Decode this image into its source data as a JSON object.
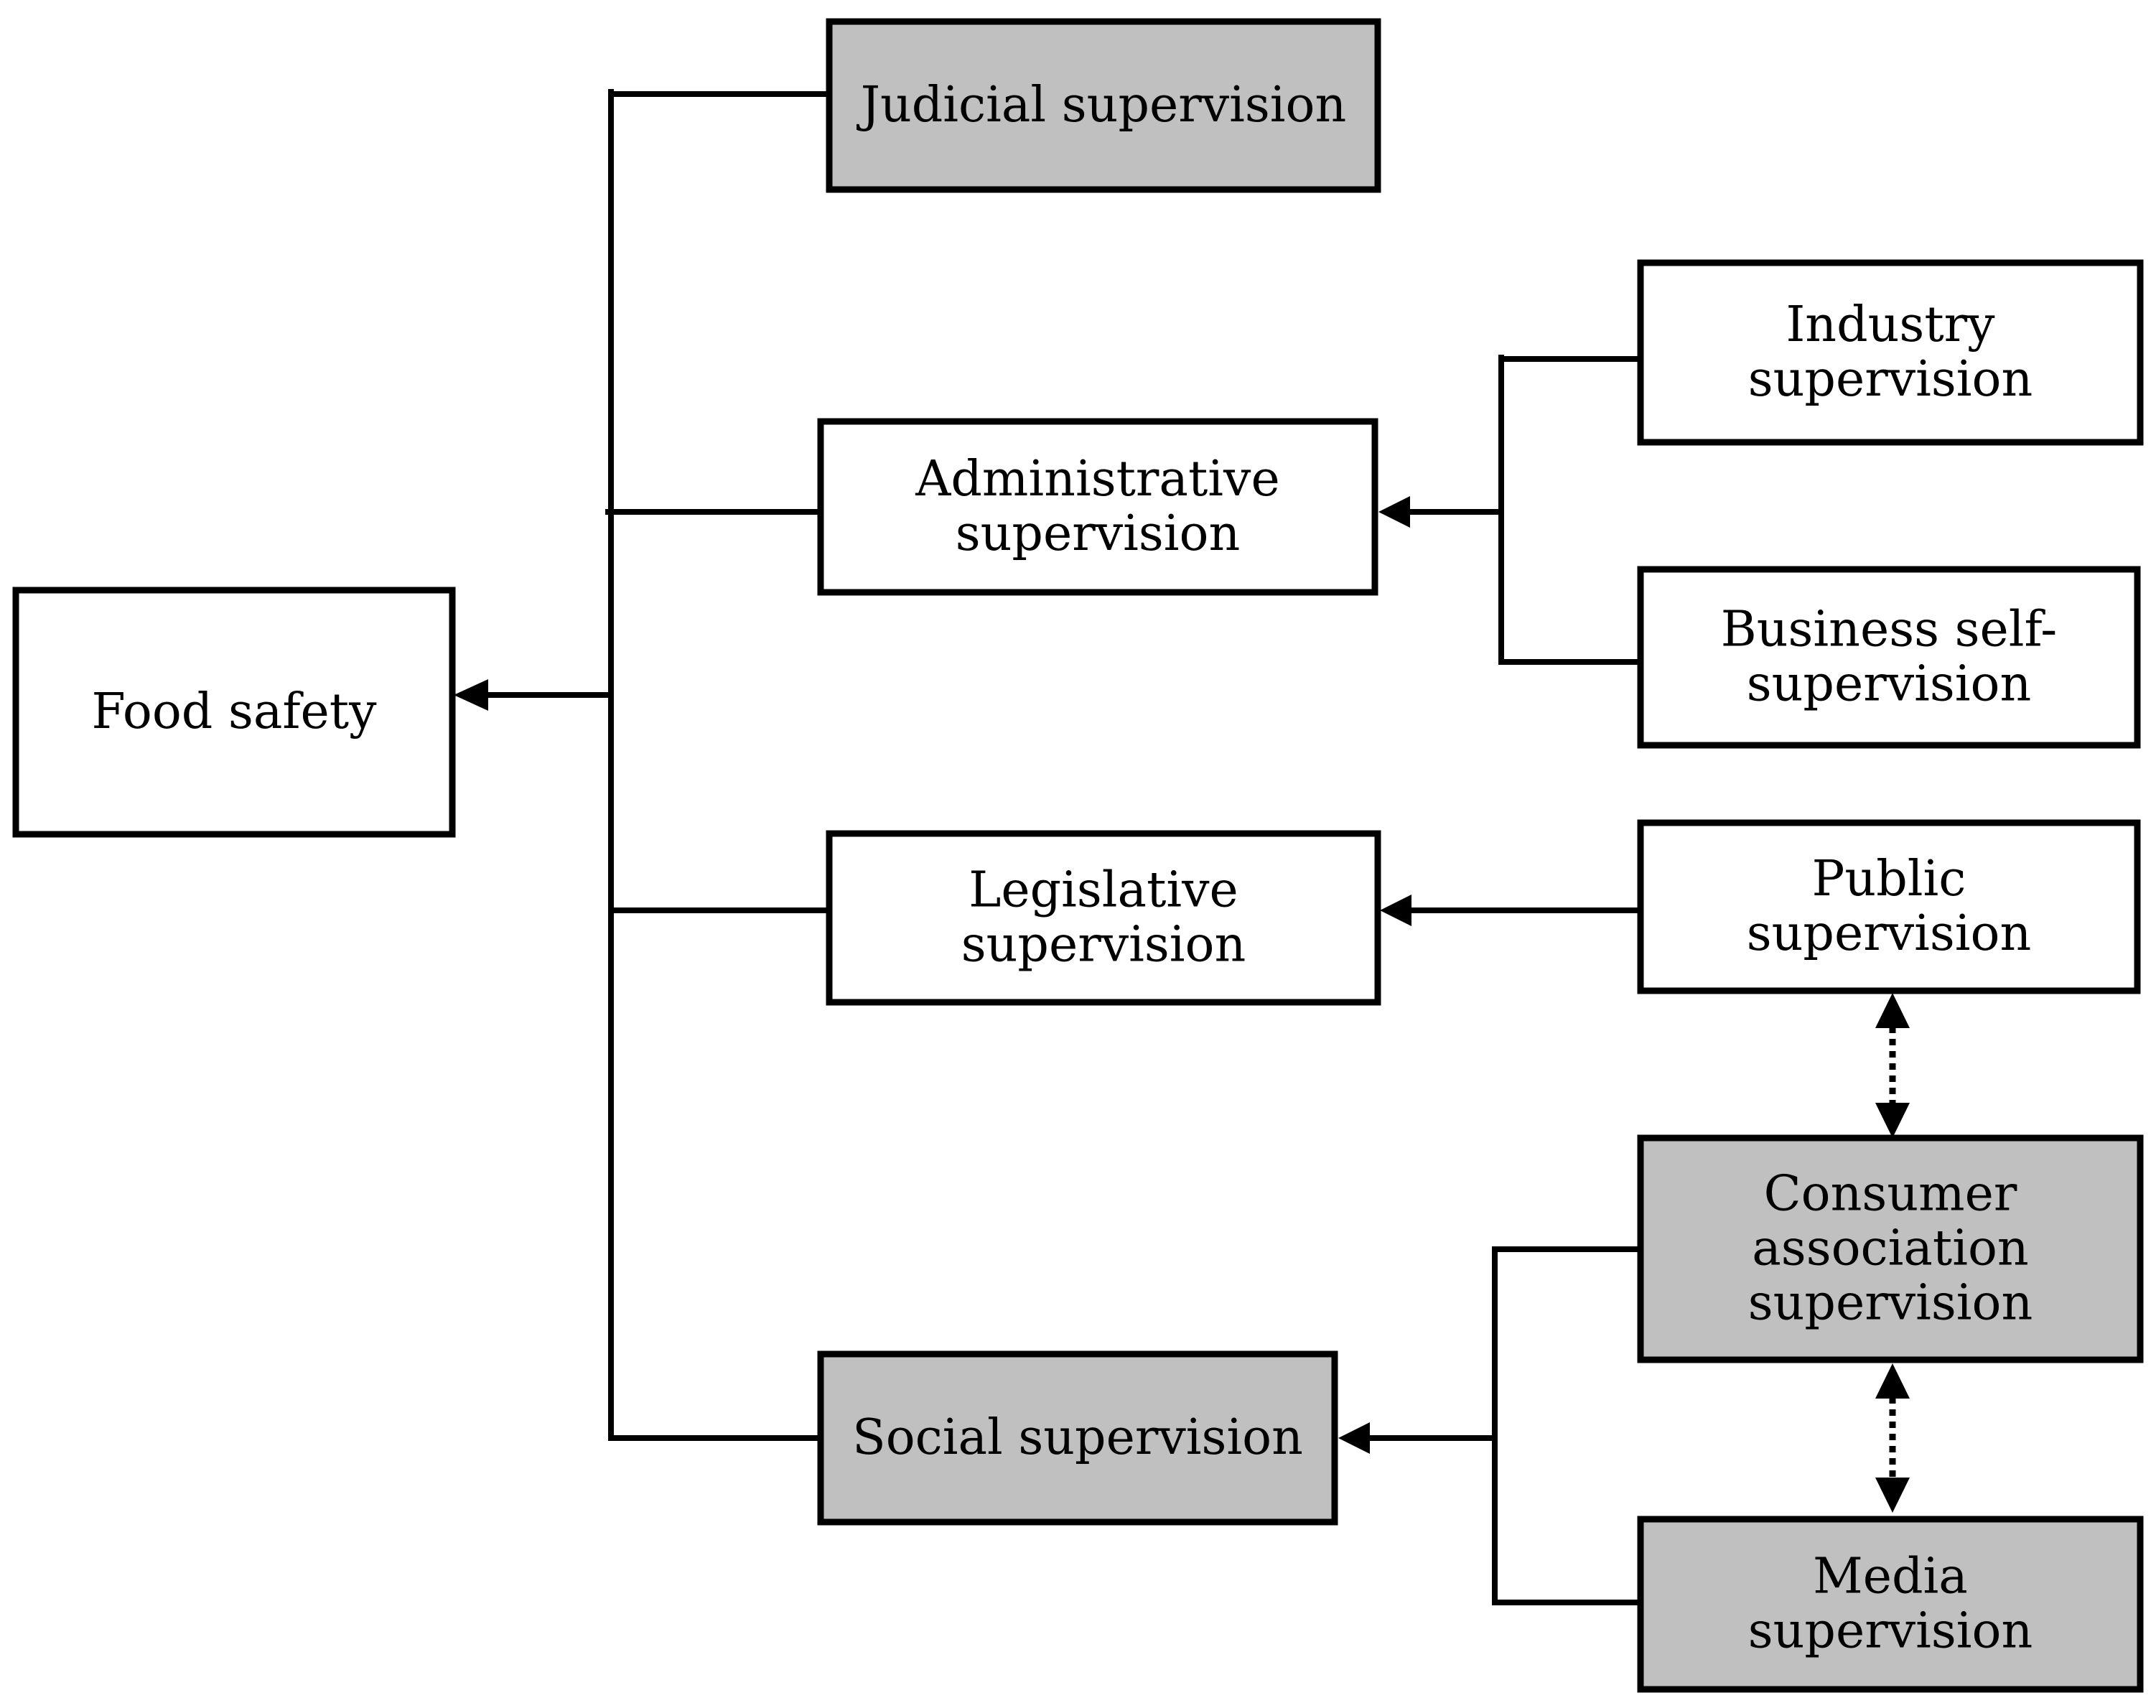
{
  "colors": {
    "shaded_fill": "#c0c0c0",
    "plain_fill": "#ffffff",
    "line": "#000000"
  },
  "nodes": {
    "food_safety": {
      "lines": [
        "Food safety"
      ],
      "shaded": false
    },
    "judicial": {
      "lines": [
        "Judicial supervision"
      ],
      "shaded": true
    },
    "administrative": {
      "lines": [
        "Administrative",
        "supervision"
      ],
      "shaded": false
    },
    "legislative": {
      "lines": [
        "Legislative",
        "supervision"
      ],
      "shaded": false
    },
    "social": {
      "lines": [
        "Social supervision"
      ],
      "shaded": true
    },
    "industry": {
      "lines": [
        "Industry",
        "supervision"
      ],
      "shaded": false
    },
    "business": {
      "lines": [
        "Business self-",
        "supervision"
      ],
      "shaded": false
    },
    "public": {
      "lines": [
        "Public",
        "supervision"
      ],
      "shaded": false
    },
    "consumer": {
      "lines": [
        "Consumer",
        "association",
        "supervision"
      ],
      "shaded": true
    },
    "media": {
      "lines": [
        "Media",
        "supervision"
      ],
      "shaded": true
    }
  }
}
